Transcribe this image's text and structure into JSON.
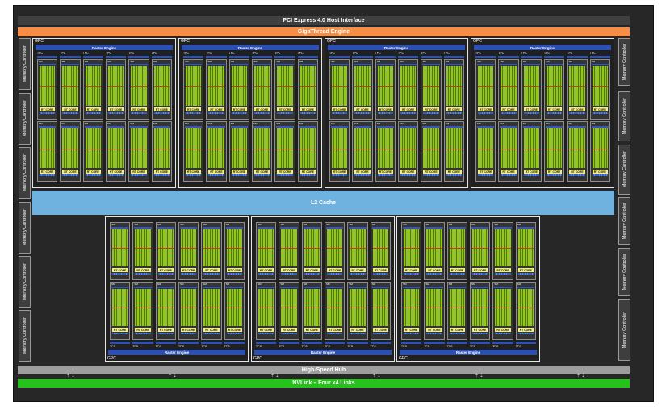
{
  "pcie_label": "PCI Express 4.0 Host Interface",
  "gigathread_label": "GigaThread Engine",
  "l2_label": "L2 Cache",
  "hub_label": "High-Speed Hub",
  "nvlink_label": "NVLink – Four x4 Links",
  "memory_controller_label": "Memory Controller",
  "gpc_label": "GPC",
  "raster_label": "Raster Engine",
  "tpc_label": "TPC",
  "sm_label": "SM",
  "polymorph_label": "PolyMorph Engine",
  "rt_core_label": "RT CORE",
  "nvlink_connector_glyph": "⇡⇣",
  "colors": {
    "chip_background": "#272727",
    "gigathread": "#f68e47",
    "l2_cache": "#6fb1df",
    "nvlink": "#26c21b",
    "hub": "#9e9e9e",
    "raster_engine": "#2a50b8",
    "cuda_cores": "#95c51e",
    "rt_core": "#f1f07c"
  }
}
